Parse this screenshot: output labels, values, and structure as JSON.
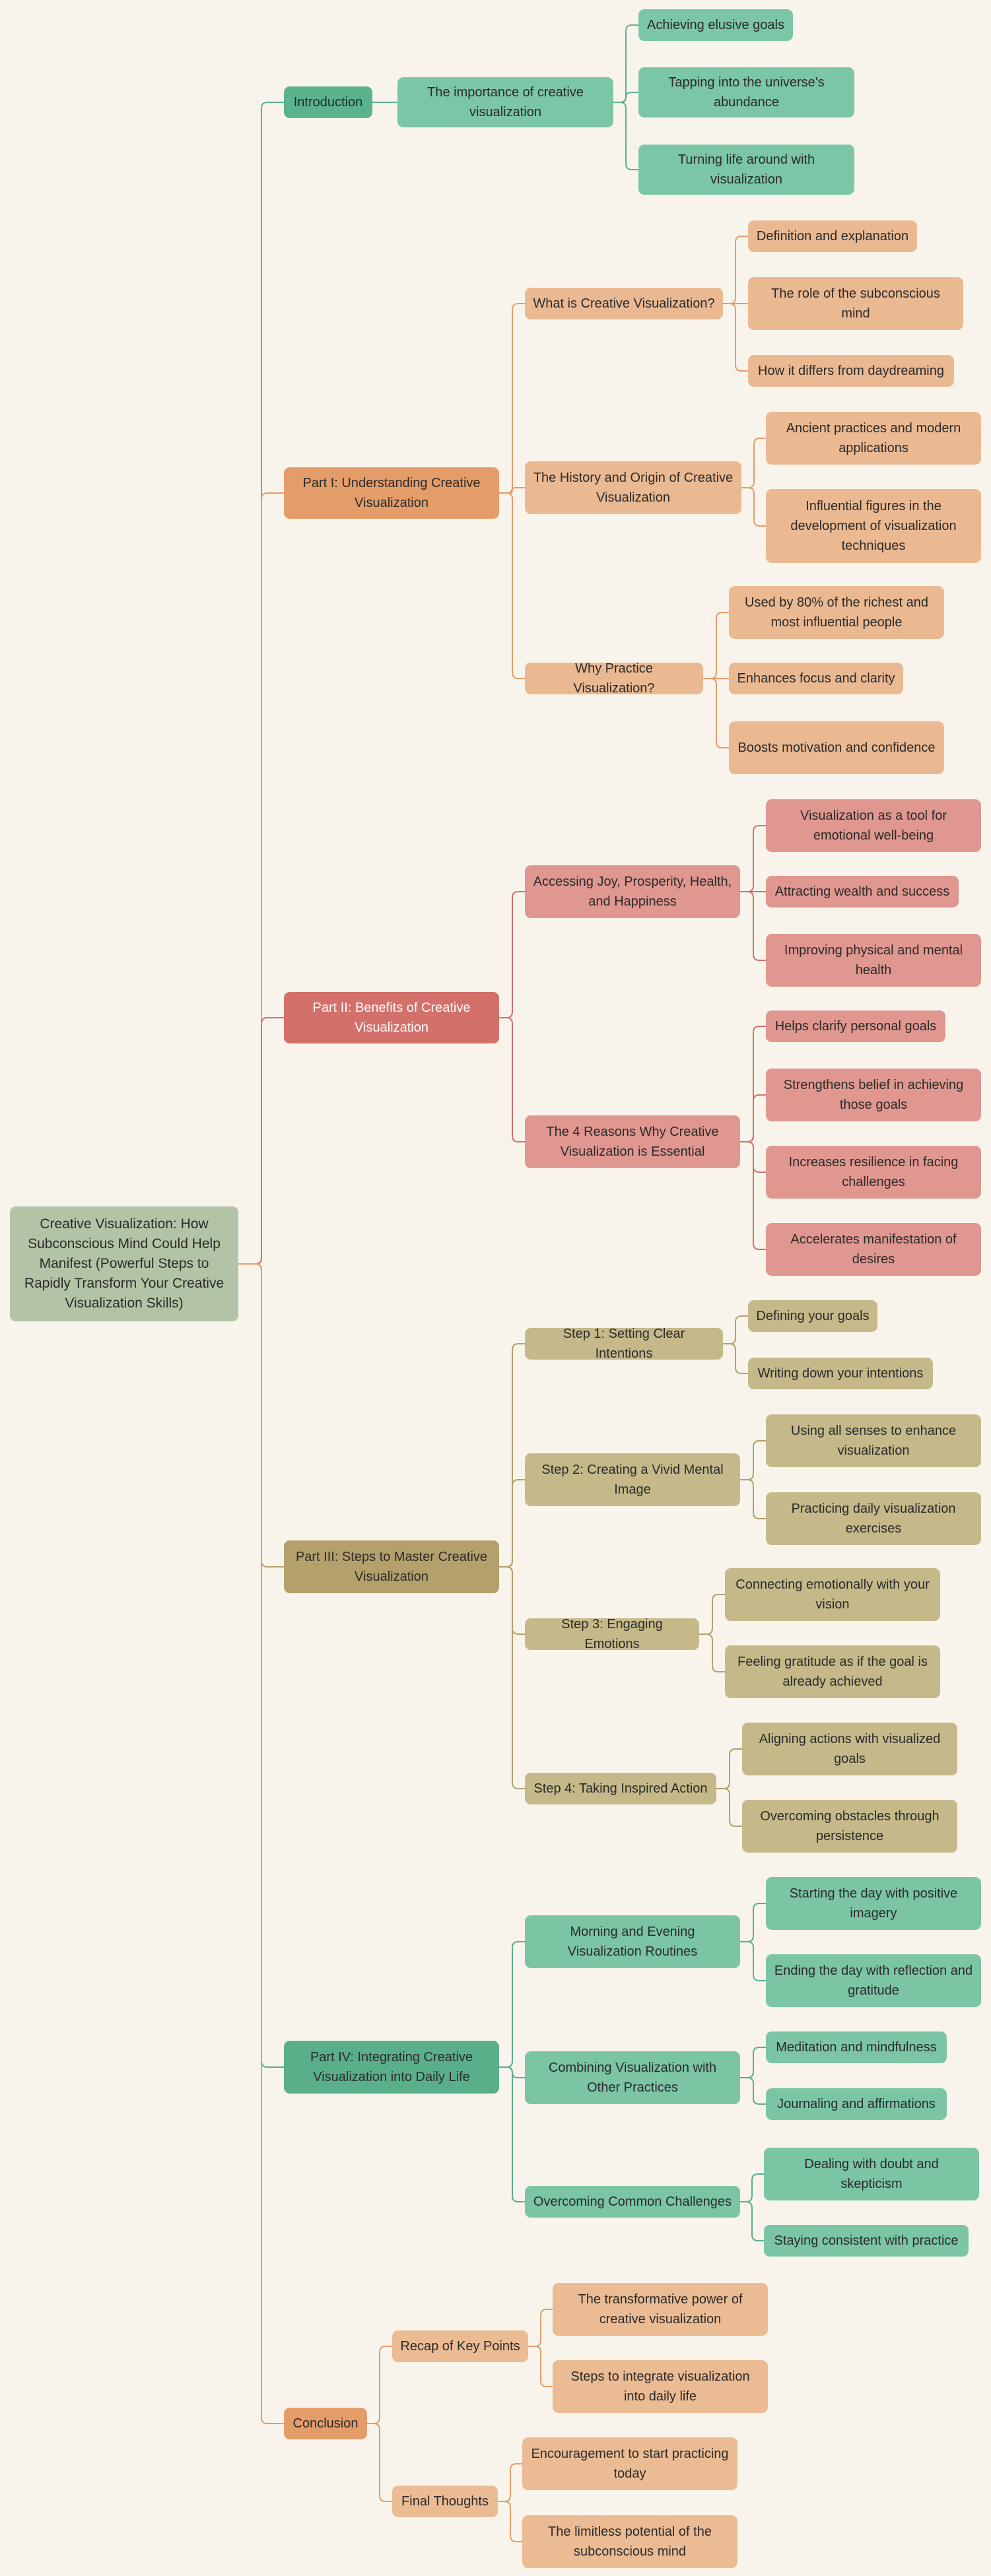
{
  "root": "Creative Visualization: How Subconscious Mind Could Help Manifest (Powerful Steps to Rapidly Transform Your Creative Visualization Skills)",
  "colors": {
    "background": "#f9f4eb",
    "root": "#b2c4a5",
    "introduction": "#5bb38d",
    "part_one": "#e49c69",
    "part_two": "#d3706a",
    "part_three": "#b3a06b",
    "part_four": "#5aaf8b",
    "conclusion": "#e49c69"
  },
  "branches": [
    {
      "label": "Introduction",
      "children": [
        {
          "label": "The importance of creative visualization",
          "children": [
            "Achieving elusive goals",
            "Tapping into the universe's abundance",
            "Turning life around with visualization"
          ]
        }
      ]
    },
    {
      "label": "Part I: Understanding Creative Visualization",
      "children": [
        {
          "label": "What is Creative Visualization?",
          "children": [
            "Definition and explanation",
            "The role of the subconscious mind",
            "How it differs from daydreaming"
          ]
        },
        {
          "label": "The History and Origin of Creative Visualization",
          "children": [
            "Ancient practices and modern applications",
            "Influential figures in the development of visualization techniques"
          ]
        },
        {
          "label": "Why Practice Visualization?",
          "children": [
            "Used by 80% of the richest and most influential people",
            "Enhances focus and clarity",
            "Boosts motivation and confidence"
          ]
        }
      ]
    },
    {
      "label": "Part II: Benefits of Creative Visualization",
      "children": [
        {
          "label": "Accessing Joy, Prosperity, Health, and Happiness",
          "children": [
            "Visualization as a tool for emotional well-being",
            "Attracting wealth and success",
            "Improving physical and mental health"
          ]
        },
        {
          "label": "The 4 Reasons Why Creative Visualization is Essential",
          "children": [
            "Helps clarify personal goals",
            "Strengthens belief in achieving those goals",
            "Increases resilience in facing challenges",
            "Accelerates manifestation of desires"
          ]
        }
      ]
    },
    {
      "label": "Part III: Steps to Master Creative Visualization",
      "children": [
        {
          "label": "Step 1: Setting Clear Intentions",
          "children": [
            "Defining your goals",
            "Writing down your intentions"
          ]
        },
        {
          "label": "Step 2: Creating a Vivid Mental Image",
          "children": [
            "Using all senses to enhance visualization",
            "Practicing daily visualization exercises"
          ]
        },
        {
          "label": "Step 3: Engaging Emotions",
          "children": [
            "Connecting emotionally with your vision",
            "Feeling gratitude as if the goal is already achieved"
          ]
        },
        {
          "label": "Step 4: Taking Inspired Action",
          "children": [
            "Aligning actions with visualized goals",
            "Overcoming obstacles through persistence"
          ]
        }
      ]
    },
    {
      "label": "Part IV: Integrating Creative Visualization into Daily Life",
      "children": [
        {
          "label": "Morning and Evening Visualization Routines",
          "children": [
            "Starting the day with positive imagery",
            "Ending the day with reflection and gratitude"
          ]
        },
        {
          "label": "Combining Visualization with Other Practices",
          "children": [
            "Meditation and mindfulness",
            "Journaling and affirmations"
          ]
        },
        {
          "label": "Overcoming Common Challenges",
          "children": [
            "Dealing with doubt and skepticism",
            "Staying consistent with practice"
          ]
        }
      ]
    },
    {
      "label": "Conclusion",
      "children": [
        {
          "label": "Recap of Key Points",
          "children": [
            "The transformative power of creative visualization",
            "Steps to integrate visualization into daily life"
          ]
        },
        {
          "label": "Final Thoughts",
          "children": [
            "Encouragement to start practicing today",
            "The limitless potential of the subconscious mind"
          ]
        }
      ]
    }
  ]
}
